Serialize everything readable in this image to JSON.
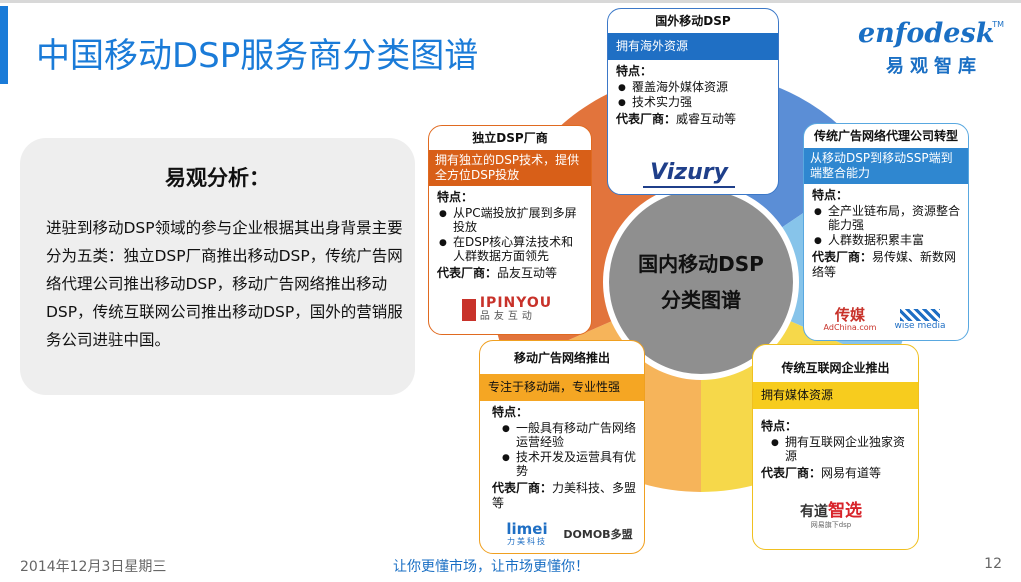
{
  "page": {
    "title": "中国移动DSP服务商分类图谱",
    "logo_brand": "enfodesk",
    "logo_cn": "易观智库",
    "logo_tm": "TM"
  },
  "analysis": {
    "heading": "易观分析：",
    "body": "进驻到移动DSP领域的参与企业根据其出身背景主要分为五类：独立DSP厂商推出移动DSP，传统广告网络代理公司推出移动DSP，移动广告网络推出移动DSP，传统互联网公司推出移动DSP，国外的营销服务公司进驻中国。"
  },
  "center": {
    "line1": "国内移动DSP",
    "line2": "分类图谱"
  },
  "cards": {
    "foreign": {
      "title": "国外移动DSP",
      "band": "拥有海外资源",
      "features_label": "特点：",
      "features": [
        "覆盖海外媒体资源",
        "技术实力强"
      ],
      "rep_label": "代表厂商：",
      "rep_value": "威睿互动等",
      "logo": "Vizury"
    },
    "independent": {
      "title": "独立DSP厂商",
      "band": "拥有独立的DSP技术，提供全方位DSP投放",
      "features_label": "特点：",
      "features": [
        "从PC端投放扩展到多屏投放",
        "在DSP核心算法技术和人群数据方面领先"
      ],
      "rep_label": "代表厂商：",
      "rep_value": "品友互动等",
      "logo": "IPINYOU",
      "logo_sub": "品友互动"
    },
    "traditional_ad": {
      "title": "传统广告网络代理公司转型",
      "band": "从移动DSP到移动SSP端到端整合能力",
      "features_label": "特点：",
      "features": [
        "全产业链布局，资源整合能力强",
        "人群数据积累丰富"
      ],
      "rep_label": "代表厂商：",
      "rep_value": "易传媒、新数网络等",
      "logo1": "传媒",
      "logo1_sub": "AdChina.com",
      "logo2": "wise media"
    },
    "mobile_ad": {
      "title": "移动广告网络推出",
      "band": "专注于移动端，专业性强",
      "features_label": "特点：",
      "features": [
        "一般具有移动广告网络运营经验",
        "技术开发及运营具有优势"
      ],
      "rep_label": "代表厂商：",
      "rep_value": "力美科技、多盟等",
      "logo1": "limei",
      "logo1_sub": "力美科技",
      "logo2": "DOMOB多盟"
    },
    "internet": {
      "title": "传统互联网企业推出",
      "band": "拥有媒体资源",
      "features_label": "特点：",
      "features": [
        "拥有互联网企业独家资源"
      ],
      "rep_label": "代表厂商：",
      "rep_value": "网易有道等",
      "logo": "有道",
      "logo_accent": "智选",
      "logo_sub": "网易旗下dsp"
    }
  },
  "footer": {
    "date": "2014年12月3日星期三",
    "slogan": "让你更懂市场，让市场更懂你！",
    "page_number": "12"
  },
  "colors": {
    "accent": "#1a7bd8",
    "orange": "#e2743c",
    "blue": "#5b8ed6",
    "light_blue": "#87c4ea",
    "yellow": "#f6d84a",
    "amber": "#f6b45a",
    "center": "#8f8f8f"
  }
}
